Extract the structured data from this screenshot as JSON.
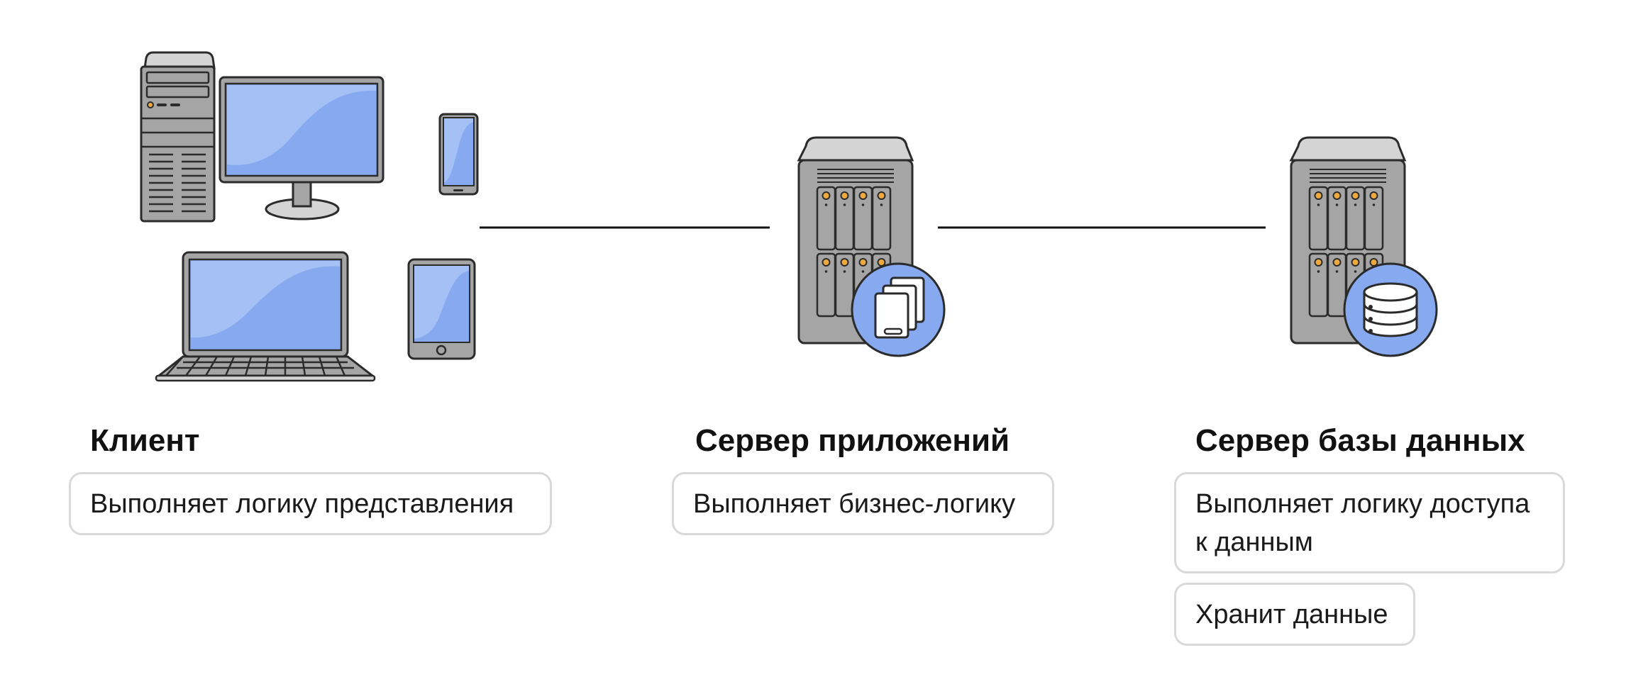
{
  "columns": [
    {
      "title": "Клиент",
      "responsibilities": [
        "Выполняет логику представления"
      ]
    },
    {
      "title": "Сервер приложений",
      "responsibilities": [
        "Выполняет бизнес-логику"
      ]
    },
    {
      "title": "Сервер базы данных",
      "responsibilities": [
        "Выполняет логику доступа к данным",
        "Хранит данные"
      ]
    }
  ],
  "icons": {
    "client": [
      "desktop-computer-icon",
      "smartphone-icon",
      "laptop-icon",
      "tablet-icon"
    ],
    "app_server": [
      "server-icon",
      "documents-badge-icon"
    ],
    "db_server": [
      "server-icon",
      "database-badge-icon"
    ]
  },
  "colors": {
    "screen": "#86a9f0",
    "screen_light": "#a5c0f5",
    "hardware": "#a5a5a5",
    "hardware_light": "#d4d4d4",
    "outline": "#2b2b2b",
    "connector": "#111111",
    "indicator": "#f0a93b",
    "pill_border": "#d9d9d9"
  }
}
